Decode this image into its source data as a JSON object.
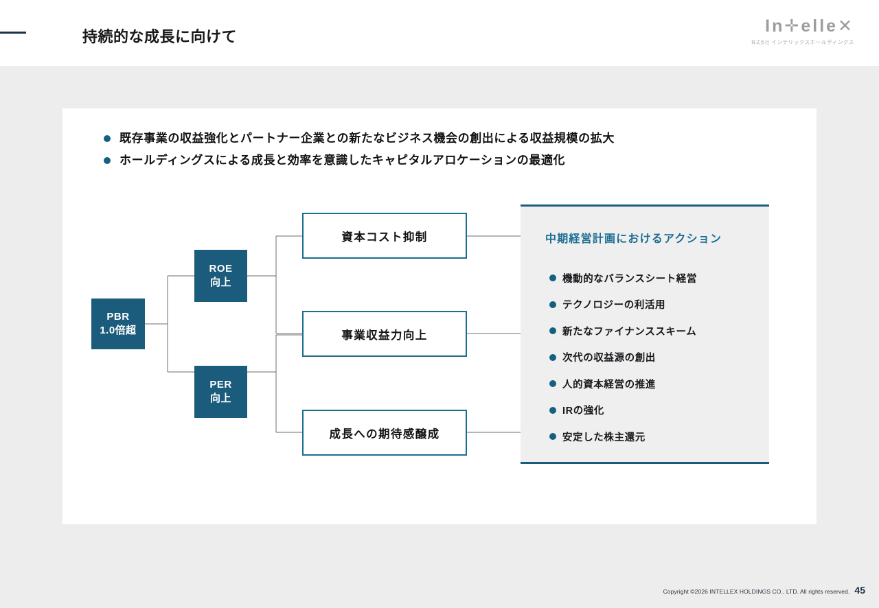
{
  "header": {
    "title": "持続的な成長に向けて",
    "logo": {
      "part1": "In",
      "plus": "✛",
      "part2": "elle",
      "part3": "✕",
      "corp_prefix": "株式会社",
      "corp_name": "インテリックスホールディングス"
    }
  },
  "lead_bullets": [
    "既存事業の収益強化とパートナー企業との新たなビジネス機会の創出による収益規模の拡大",
    "ホールディングスによる成長と効率を意識したキャピタルアロケーションの最適化"
  ],
  "diagram": {
    "nodes": {
      "pbr": "PBR\n1.0倍超",
      "pbr_line1": "PBR",
      "pbr_line2": "1.0倍超",
      "roe_line1": "ROE",
      "roe_line2": "向上",
      "per_line1": "PER",
      "per_line2": "向上",
      "cost": "資本コスト抑制",
      "revenue": "事業収益力向上",
      "growth": "成長への期待感醸成"
    }
  },
  "action_panel": {
    "title": "中期経営計画におけるアクション",
    "items": [
      "機動的なバランスシート経営",
      "テクノロジーの利活用",
      "新たなファイナンススキーム",
      "次代の収益源の創出",
      "人的資本経営の推進",
      "IRの強化",
      "安定した株主還元"
    ]
  },
  "footer": {
    "copyright": "Copyright ©2026 INTELLEX  HOLDINGS CO., LTD. All rights reserved.",
    "page_number": "45"
  },
  "colors": {
    "teal_fill": "#1b5c7c",
    "teal_border": "#1b6e8f",
    "accent_title": "#1b6d92",
    "navy": "#1b3148",
    "panel_bg": "#efefef"
  }
}
